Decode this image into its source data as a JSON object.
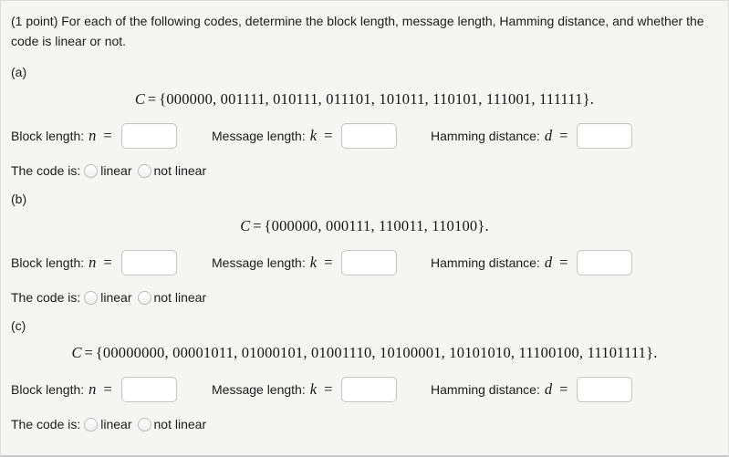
{
  "page": {
    "statement": "(1 point) For each of the following codes, determine the block length, message length, Hamming distance, and whether the code is linear or not."
  },
  "shared": {
    "input_value": "",
    "input_placeholder": "",
    "code_var": "C",
    "equals": "=",
    "block_label": "Block length:",
    "block_var": "n",
    "message_label": "Message length:",
    "message_var": "k",
    "hamming_label": "Hamming distance:",
    "hamming_var": "d",
    "code_is_label": "The code is:",
    "linear_label": "linear",
    "not_linear_label": "not linear"
  },
  "colors": {
    "background": "#f5f5f4",
    "panel_border": "#dcdcdc",
    "text": "#1b1b1b",
    "input_border": "#c6c6c6"
  },
  "parts": [
    {
      "label": "(a)",
      "codewords": [
        "000000",
        "001111",
        "010111",
        "011101",
        "101011",
        "110101",
        "111001",
        "111111"
      ],
      "set_text": "{000000, 001111, 010111, 011101, 101011, 110101, 111001, 111111}."
    },
    {
      "label": "(b)",
      "codewords": [
        "000000",
        "000111",
        "110011",
        "110100"
      ],
      "set_text": "{000000, 000111, 110011, 110100}."
    },
    {
      "label": "(c)",
      "codewords": [
        "00000000",
        "00001011",
        "01000101",
        "01001110",
        "10100001",
        "10101010",
        "11100100",
        "11101111"
      ],
      "set_text": "{00000000, 00001011, 01000101, 01001110, 10100001, 10101010, 11100100, 11101111}."
    }
  ]
}
